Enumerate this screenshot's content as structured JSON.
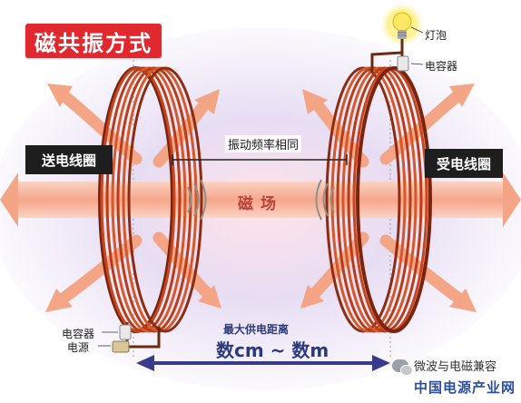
{
  "title": "磁共振方式",
  "sender_coil_label": "送电线圈",
  "receiver_coil_label": "受电线圈",
  "resonance_label": "振动频率相同",
  "field_label": "磁场",
  "bulb_label": "灯泡",
  "capacitor_label_top": "电容器",
  "capacitor_label_bottom": "电容器",
  "power_source_label": "电源",
  "distance_title": "最大供电距离",
  "distance_value": "数cm ~ 数m",
  "wechat_account": "微波与电磁兼容",
  "watermark": "中国电源产业网",
  "colors": {
    "title_bg": "#e0282e",
    "coil": "#c8461e",
    "arrow": "#f3a586",
    "distance_arrow": "#3a3a8c"
  }
}
